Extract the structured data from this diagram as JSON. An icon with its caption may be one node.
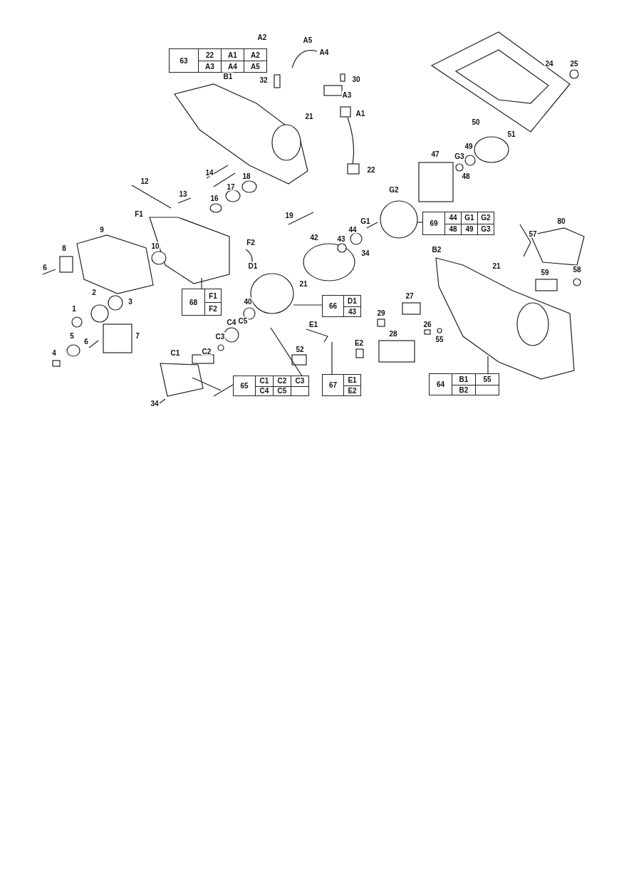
{
  "diagram": {
    "labels": [
      "A2",
      "63",
      "22",
      "A1",
      "A2",
      "A3",
      "A4",
      "A5",
      "A5",
      "A4",
      "24",
      "25",
      "B1",
      "32",
      "30",
      "A3",
      "A1",
      "21",
      "50",
      "51",
      "49",
      "47",
      "G3",
      "22",
      "48",
      "14",
      "12",
      "18",
      "17",
      "13",
      "G2",
      "16",
      "69",
      "44",
      "G1",
      "G2",
      "48",
      "49",
      "G3",
      "F1",
      "19",
      "G1",
      "9",
      "80",
      "44",
      "57",
      "42",
      "43",
      "10",
      "F2",
      "8",
      "34",
      "B2",
      "6",
      "D1",
      "21",
      "59",
      "58",
      "2",
      "21",
      "68",
      "F1",
      "F2",
      "3",
      "40",
      "66",
      "D1",
      "43",
      "27",
      "1",
      "C4",
      "C5",
      "29",
      "E1",
      "26",
      "5",
      "7",
      "6",
      "28",
      "C3",
      "55",
      "E2",
      "52",
      "4",
      "C1",
      "C2",
      "65",
      "C1",
      "C2",
      "C3",
      "C4",
      "C5",
      "67",
      "E1",
      "E2",
      "64",
      "B1",
      "55",
      "B2",
      "34"
    ]
  }
}
